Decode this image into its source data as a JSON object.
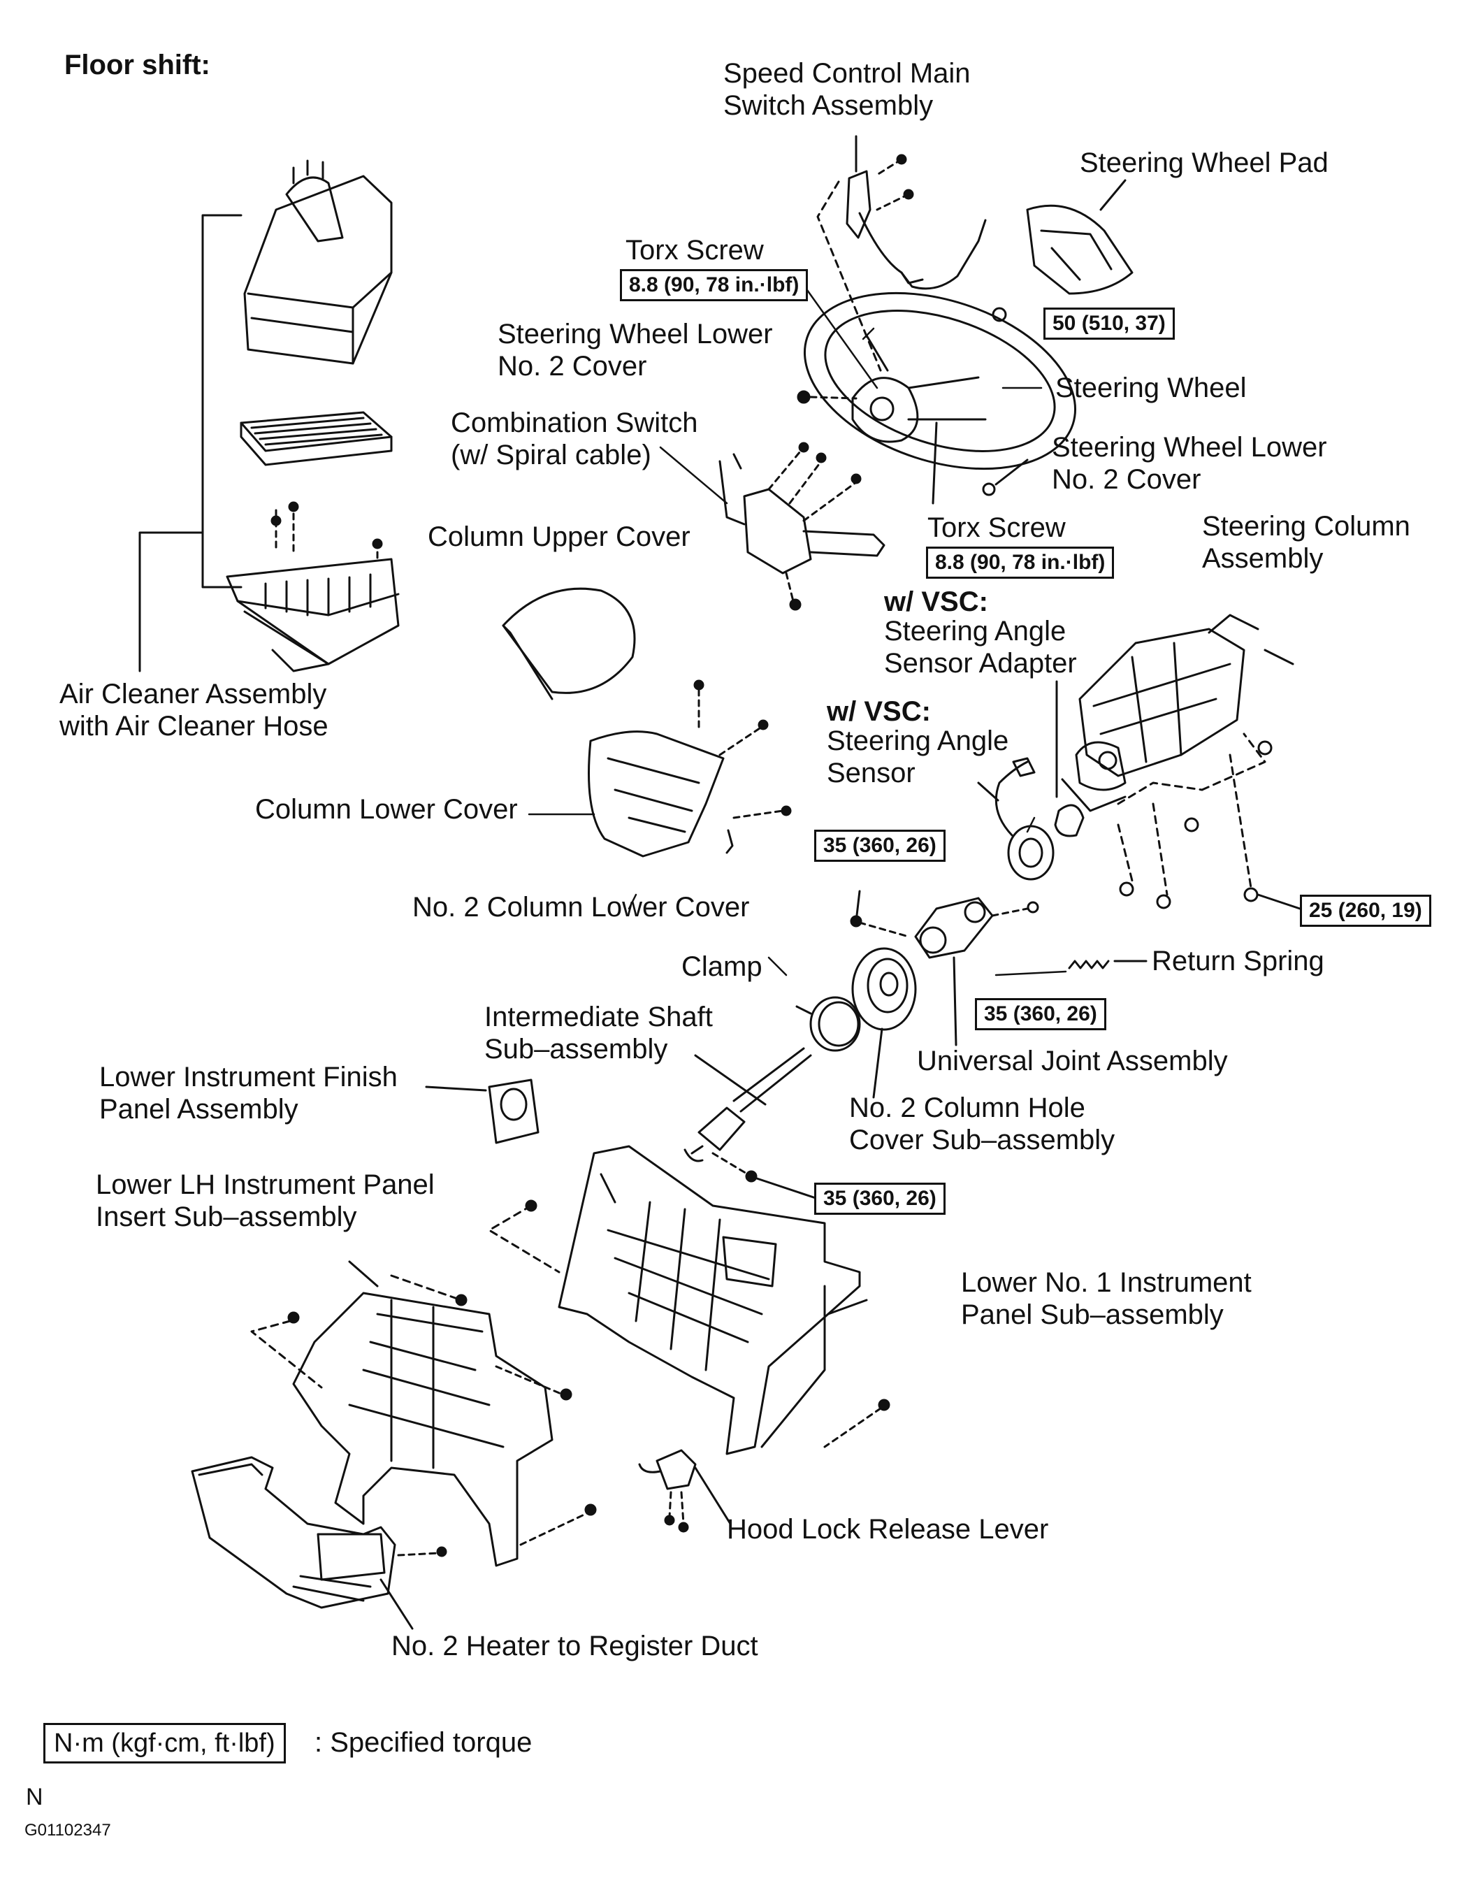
{
  "heading": "Floor shift:",
  "labels": {
    "speed_control": [
      "Speed Control Main",
      "Switch Assembly"
    ],
    "steering_wheel_pad": "Steering Wheel Pad",
    "torx_screw_1": "Torx Screw",
    "steering_wheel_lower_cover_left": [
      "Steering Wheel Lower",
      "No. 2 Cover"
    ],
    "steering_wheel": "Steering Wheel",
    "combination_switch": [
      "Combination Switch",
      "(w/ Spiral cable)"
    ],
    "steering_wheel_lower_cover_right": [
      "Steering Wheel Lower",
      "No. 2 Cover"
    ],
    "torx_screw_2": "Torx Screw",
    "column_upper_cover": "Column Upper Cover",
    "steering_column_assembly": [
      "Steering Column",
      "Assembly"
    ],
    "wvsc_1": "w/ VSC:",
    "steering_angle_sensor_adapter": [
      "Steering Angle",
      "Sensor Adapter"
    ],
    "air_cleaner": [
      "Air Cleaner Assembly",
      "with Air Cleaner Hose"
    ],
    "wvsc_2": "w/ VSC:",
    "steering_angle_sensor": [
      "Steering Angle",
      "Sensor"
    ],
    "column_lower_cover": "Column Lower Cover",
    "no2_column_lower_cover": "No. 2 Column Lower Cover",
    "return_spring": "Return Spring",
    "clamp": "Clamp",
    "intermediate_shaft": [
      "Intermediate Shaft",
      "Sub–assembly"
    ],
    "universal_joint": "Universal Joint Assembly",
    "lower_instrument_finish": [
      "Lower Instrument Finish",
      "Panel Assembly"
    ],
    "no2_column_hole_cover": [
      "No. 2 Column Hole",
      "Cover Sub–assembly"
    ],
    "lower_lh_panel_insert": [
      "Lower LH Instrument Panel",
      "Insert Sub–assembly"
    ],
    "lower_no1_instrument_panel": [
      "Lower No. 1 Instrument",
      "Panel Sub–assembly"
    ],
    "hood_lock_release": "Hood Lock Release Lever",
    "heater_duct": "No. 2 Heater to Register Duct"
  },
  "torques": {
    "torx_1": "8.8 (90, 78 in.·lbf)",
    "torx_2": "8.8 (90, 78 in.·lbf)",
    "wheel_nut": "50 (510, 37)",
    "column_bolt_a": "35 (360, 26)",
    "column_nut": "25 (260, 19)",
    "uj_bolt_right": "35 (360, 26)",
    "shaft_bolt": "35 (360, 26)"
  },
  "legend": {
    "unit": "N·m (kgf·cm, ft·lbf)",
    "text": ": Specified torque"
  },
  "footer": {
    "letter": "N",
    "code": "G01102347"
  }
}
